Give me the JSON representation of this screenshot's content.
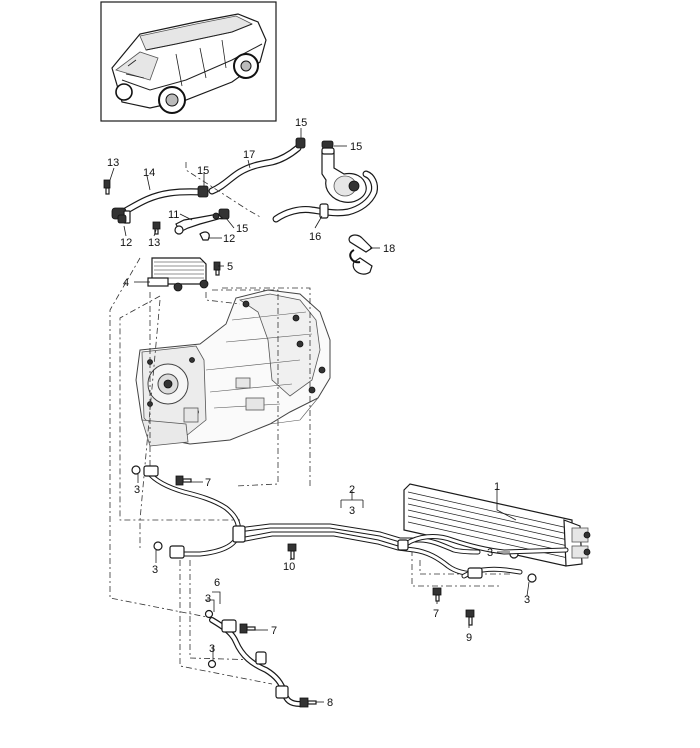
{
  "callouts": {
    "c1": "1",
    "c2": "2",
    "c3_top": "3",
    "c3_left_upper": "3",
    "c3_left_lower": "3",
    "c3_right_mid": "3",
    "c3_right_low": "3",
    "c3_group6_a": "3",
    "c3_group6_b": "3",
    "c4": "4",
    "c5": "5",
    "c6": "6",
    "c7_upper": "7",
    "c7_lower": "7",
    "c7_right": "7",
    "c8": "8",
    "c9": "9",
    "c10": "10",
    "c11": "11",
    "c12_left": "12",
    "c12_mid": "12",
    "c13_top": "13",
    "c13_mid": "13",
    "c14": "14",
    "c15_top": "15",
    "c15_right": "15",
    "c15_mid": "15",
    "c15_lower": "15",
    "c16": "16",
    "c17": "17",
    "c18": "18"
  },
  "icons": {
    "vehicle": "suv-vehicle-icon",
    "transmission": "transmission-housing-icon",
    "cooler": "radiator-cooler-icon"
  }
}
